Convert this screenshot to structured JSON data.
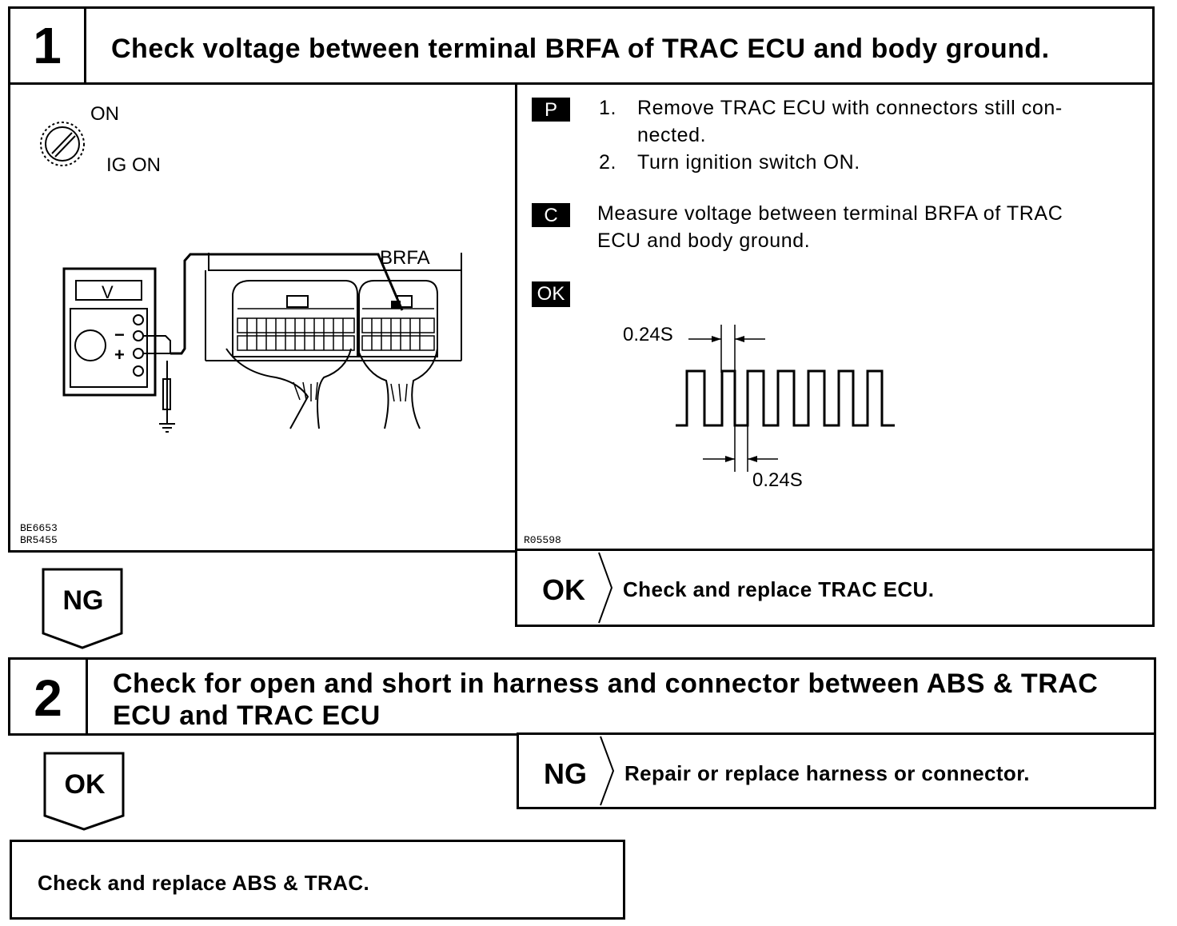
{
  "step1": {
    "number": "1",
    "title": "Check voltage between terminal BRFA of TRAC ECU and body ground.",
    "diagram": {
      "switch_on": "ON",
      "switch_ig_on": "IG ON",
      "meter_label": "V",
      "meter_minus": "−",
      "meter_plus": "+",
      "terminal": "BRFA",
      "codes": [
        "BE6653",
        "BR5455"
      ]
    },
    "procedures": {
      "p_tag": "P",
      "p_items": [
        {
          "num": "1.",
          "text": "Remove TRAC ECU with connectors still con-"
        },
        {
          "num": "",
          "text": "nected."
        },
        {
          "num": "2.",
          "text": "Turn ignition switch ON."
        }
      ],
      "c_tag": "C",
      "c_text_1": "Measure voltage between terminal BRFA of TRAC",
      "c_text_2": "ECU and body ground.",
      "ok_tag": "OK",
      "waveform": {
        "high_time_label": "0.24S",
        "low_time_label": "0.24S"
      },
      "code": "R05598"
    },
    "result_ok": {
      "label": "OK",
      "text": "Check and replace TRAC ECU."
    },
    "arrow_ng": "NG"
  },
  "step2": {
    "number": "2",
    "title_line1": "Check for open and short in harness and connector between ABS & TRAC",
    "title_line2": "ECU and TRAC ECU",
    "result_ng": {
      "label": "NG",
      "text": "Repair or replace harness or connector."
    },
    "arrow_ok": "OK"
  },
  "final": {
    "text": "Check and replace ABS & TRAC."
  }
}
